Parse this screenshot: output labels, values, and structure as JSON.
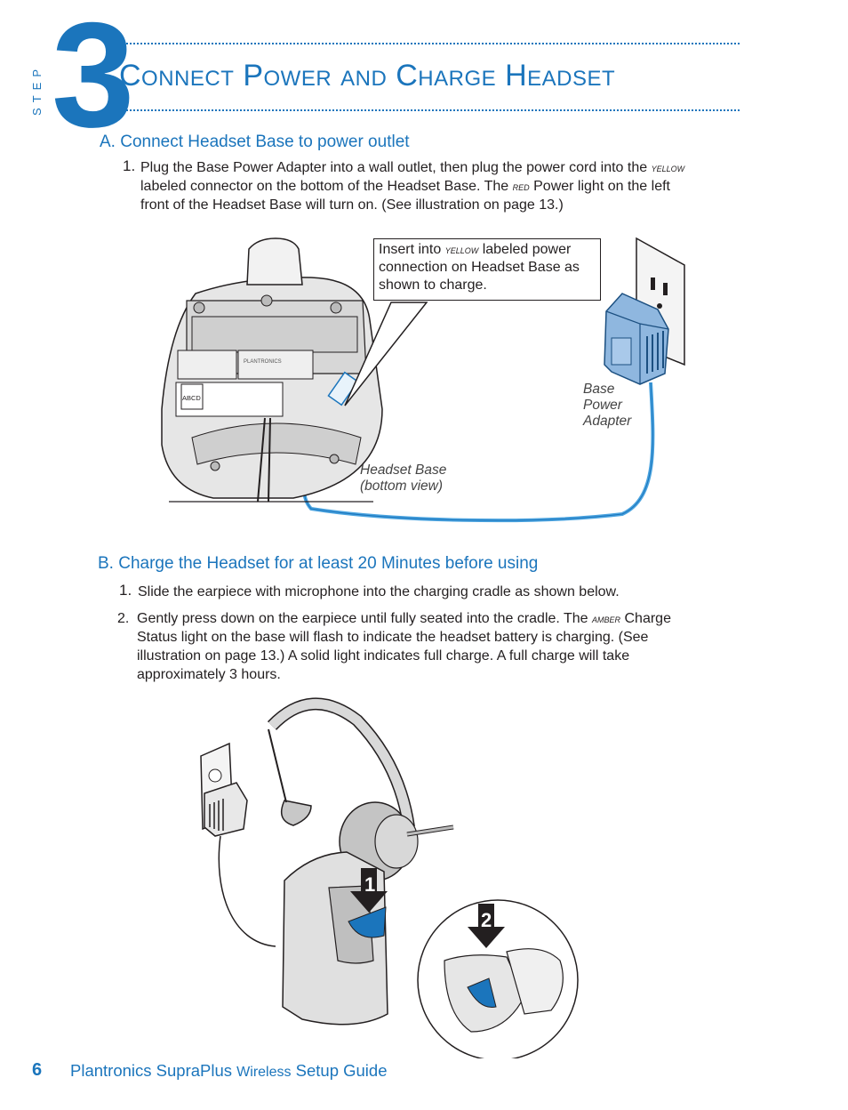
{
  "step": {
    "word": "STEP",
    "number": "3",
    "title": "Connect Power and Charge Headset"
  },
  "section_a": {
    "heading": "A. Connect Headset Base to power outlet",
    "item_number": "1.",
    "text_part1": "Plug the Base Power Adapter into a wall outlet, then plug the power cord into the",
    "yellow_word": "yellow",
    "text_part2": "labeled connector on the bottom of the Headset Base. The",
    "red_word": "red",
    "text_part3": "Power light on the left",
    "text_part4": "front of the Headset Base will turn on. (See illustration on page 13.)"
  },
  "figure_a": {
    "callout_part1": "Insert into",
    "callout_yellow": "yellow",
    "callout_part2": "labeled power",
    "callout_line2": "connection on Headset Base as",
    "callout_line3": "shown to charge.",
    "adapter_label_1": "Base",
    "adapter_label_2": "Power",
    "adapter_label_3": "Adapter",
    "base_label_1": "Headset Base",
    "base_label_2": "(bottom view)",
    "brand_text": "PLANTRONICS",
    "port_label": "ABCD"
  },
  "section_b": {
    "heading": "B. Charge the Headset for at least 20 Minutes before using",
    "item1_number": "1.",
    "item1_text": "Slide the earpiece with microphone into the charging cradle as shown below.",
    "item2_number": "2.",
    "item2_part1": "Gently press down on the earpiece until fully seated into the cradle. The",
    "amber_word": "amber",
    "item2_part2": "Charge",
    "item2_line2": "Status light on the base will flash to indicate the headset battery is charging. (See",
    "item2_line3": "illustration on page 13.)  A solid light indicates full charge. A full charge will take",
    "item2_line4": "approximately 3 hours."
  },
  "figure_b": {
    "arrow1_label": "1",
    "arrow2_label": "2"
  },
  "footer": {
    "page_number": "6",
    "guide_part1": "Plantronics SupraPlus",
    "guide_part2": "Wireless",
    "guide_part3": "Setup Guide"
  },
  "colors": {
    "accent": "#1b75bc",
    "cord_blue": "#4aa3df",
    "text": "#231f20"
  }
}
